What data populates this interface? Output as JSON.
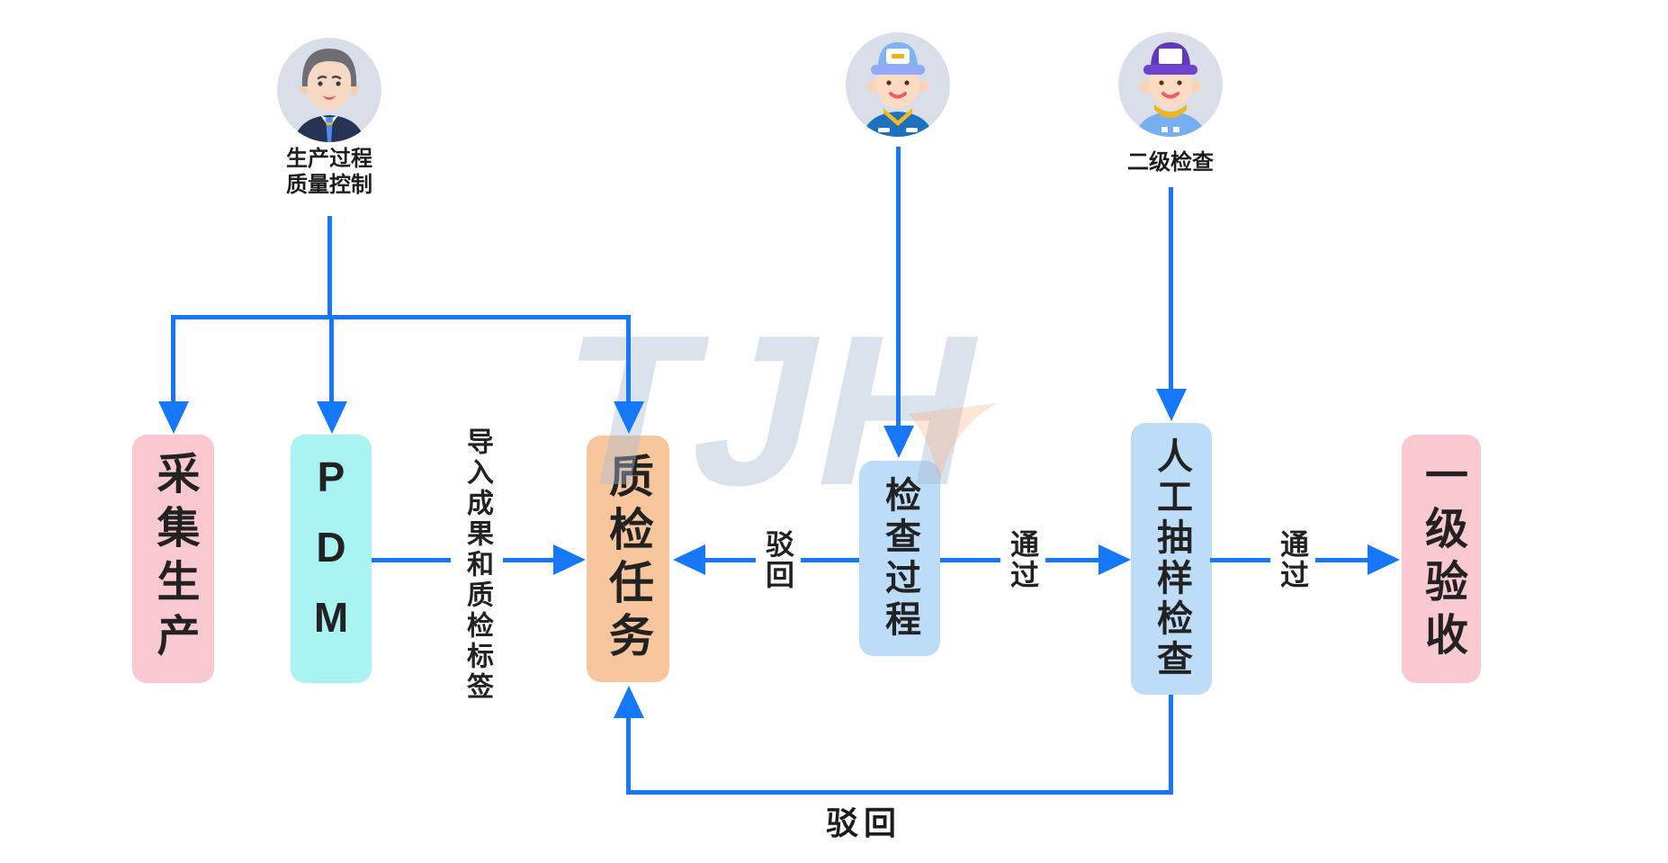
{
  "diagram": {
    "watermark": "TJH",
    "actors": {
      "producer": {
        "label_line1": "生产过程",
        "label_line2": "质量控制"
      },
      "second_level": {
        "label": "二级检查"
      }
    },
    "nodes": {
      "collect": {
        "text": "采集生产",
        "color": "#fac8d1"
      },
      "pdm": {
        "text": "PDM",
        "color": "#a9f4f2"
      },
      "qc_task": {
        "text": "质检任务",
        "color": "#f8c69d"
      },
      "inspect_process": {
        "text": "检查过程",
        "color": "#bddcf8"
      },
      "manual_sampling": {
        "text": "人工抽样检查",
        "color": "#bddcf8"
      },
      "acceptance": {
        "text": "一级验收",
        "color": "#fac8d1"
      }
    },
    "edge_labels": {
      "import": "导入成果和质检标签",
      "reject_mid": "驳回",
      "pass_1": "通过",
      "pass_2": "通过",
      "reject_bottom": "驳回"
    },
    "colors": {
      "arrow": "#1677f8",
      "text": "#1f1f1f"
    }
  }
}
